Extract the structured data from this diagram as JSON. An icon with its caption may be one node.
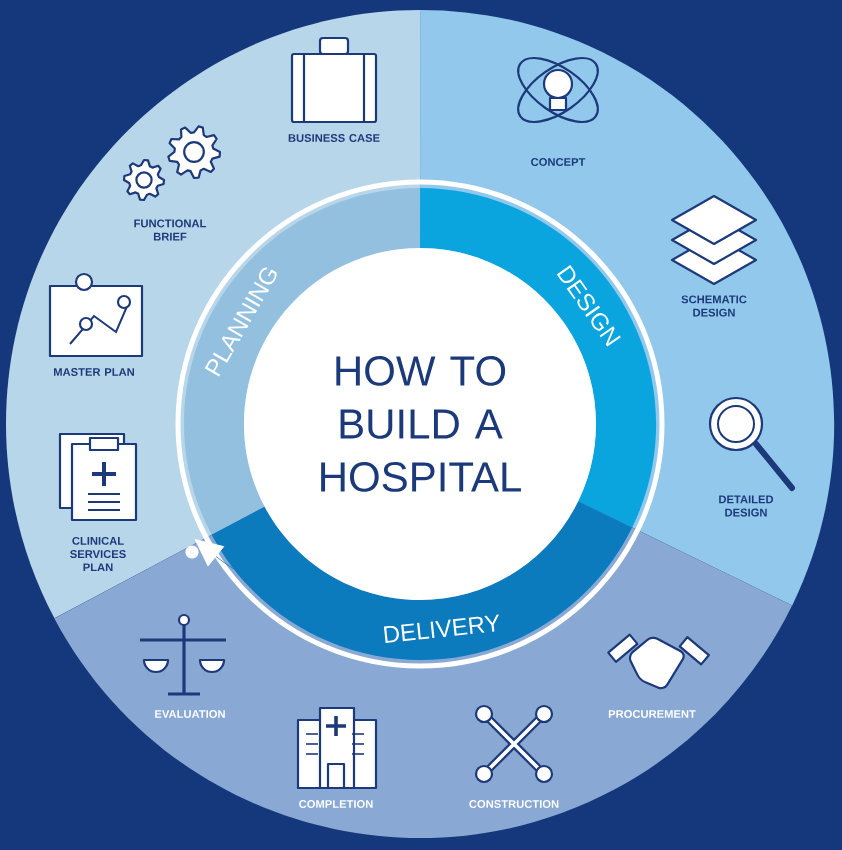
{
  "diagram": {
    "nodes": [
      {
        "text": [
          "BUSINESS CASE",
          "FUNCTIONAL BRIEF",
          "MASTER PLAN",
          "CLINICAL SERVICES PLAN"
        ]
      },
      {
        "text": [
          "CONCEPT",
          "SCHEMATIC DESIGN",
          "DETAILED DESIGN"
        ]
      },
      {
        "text": [
          "PROCUREMENT",
          "CONSTRUCTION",
          "COMPLETION",
          "EVALUATION"
        ]
      },
      {
        "text": [
          "PLANNING"
        ],
        "in": 0
      },
      {
        "text": [
          "DESIGN"
        ],
        "in": 1
      },
      {
        "text": [
          "DELIVERY"
        ],
        "in": 2
      },
      {
        "text": [
          "HOW TO BUILD A HOSPITAL"
        ]
      }
    ],
    "edges": [
      {
        "from": 5,
        "to": 3,
        "arrow": "to"
      }
    ]
  }
}
